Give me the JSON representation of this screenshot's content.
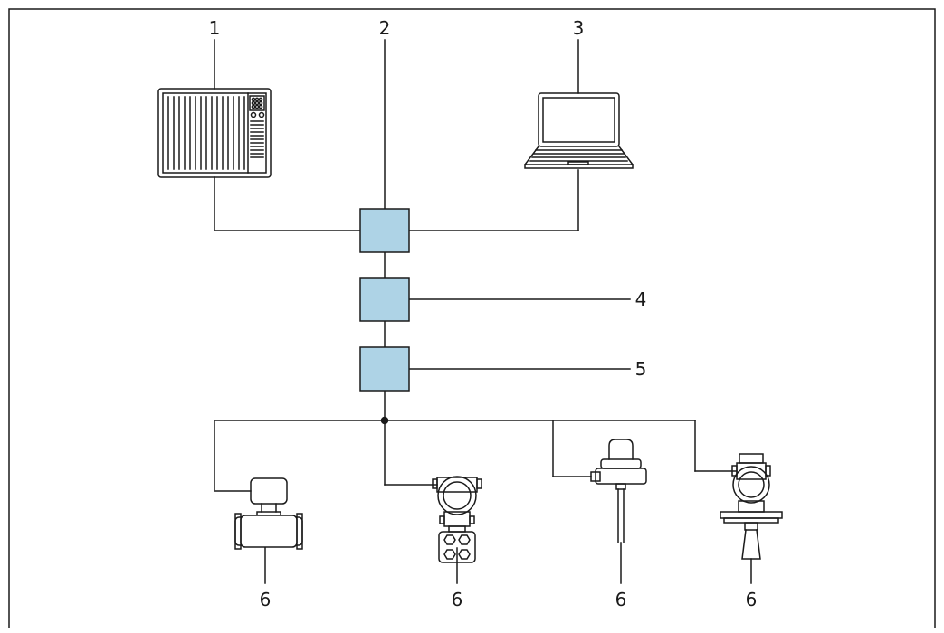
{
  "diagram": {
    "callouts": {
      "plc": "1",
      "ethernet_switch": "2",
      "computer": "3",
      "gateway_a": "4",
      "gateway_b": "5",
      "field_device_1": "6",
      "field_device_2": "6",
      "field_device_3": "6",
      "field_device_4": "6"
    },
    "colors": {
      "module_fill": "#aed3e6",
      "line": "#1a1a1a",
      "frame": "#1a1a1a"
    }
  }
}
